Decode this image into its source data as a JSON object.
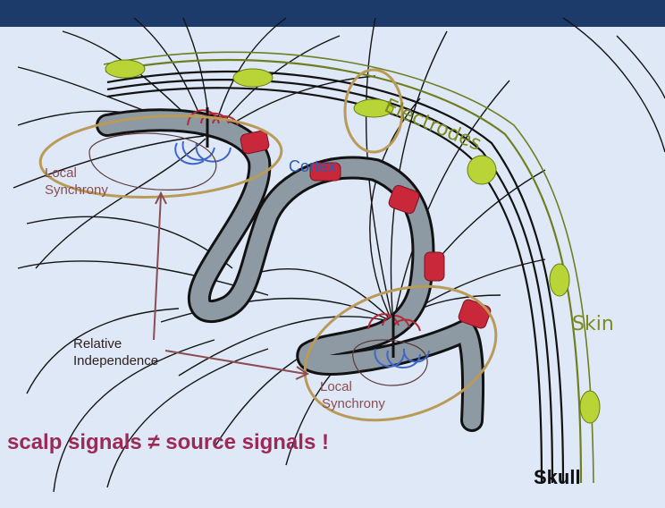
{
  "labels": {
    "electrodes": "Electrodes",
    "cortex": "Cortex",
    "skin": "Skin",
    "skull": "Skull",
    "local_synchrony_1": [
      "Local",
      "Synchrony"
    ],
    "local_synchrony_2": [
      "Local",
      "Synchrony"
    ],
    "relative_independence": [
      "Relative",
      "Independence"
    ],
    "scalp_statement": "scalp signals ≠ source signals !"
  },
  "colors": {
    "background": "#dfe8f6",
    "electrode": "#b9d437",
    "source_patch": "#c8283a",
    "cortex_fill": "#8e9aa3",
    "head_layers": "#6e7e21",
    "field_lines": "#121212",
    "ellipse": "#b99a57",
    "statement": "#9c2a57"
  }
}
